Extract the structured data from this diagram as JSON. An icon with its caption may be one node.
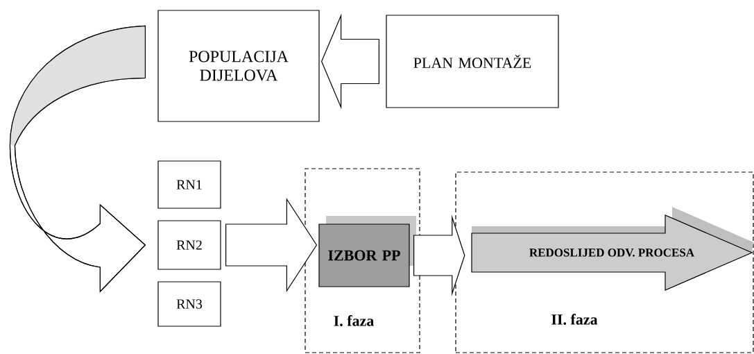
{
  "diagram": {
    "nodes": [
      {
        "text": [
          "POPULACIJA DIJELOVA"
        ]
      },
      {
        "text": [
          "PLAN MONTAŽE"
        ]
      },
      {
        "text": [
          "RN1"
        ]
      },
      {
        "text": [
          "RN2"
        ]
      },
      {
        "text": [
          "RN3"
        ]
      },
      {
        "text": [
          "I. faza"
        ]
      },
      {
        "text": [
          "IZBOR PP"
        ],
        "in": 5
      },
      {
        "text": [
          "II. faza"
        ]
      },
      {
        "text": [
          "REDOSLIJED ODV. PROCESA"
        ],
        "in": 7
      }
    ],
    "edges": [
      {
        "from": 1,
        "to": 0,
        "arrow": "to"
      },
      {
        "from": 0,
        "to": 3,
        "arrow": "to"
      },
      {
        "from": 3,
        "to": 6,
        "arrow": "to"
      },
      {
        "from": 6,
        "to": 8,
        "arrow": "to"
      }
    ]
  }
}
